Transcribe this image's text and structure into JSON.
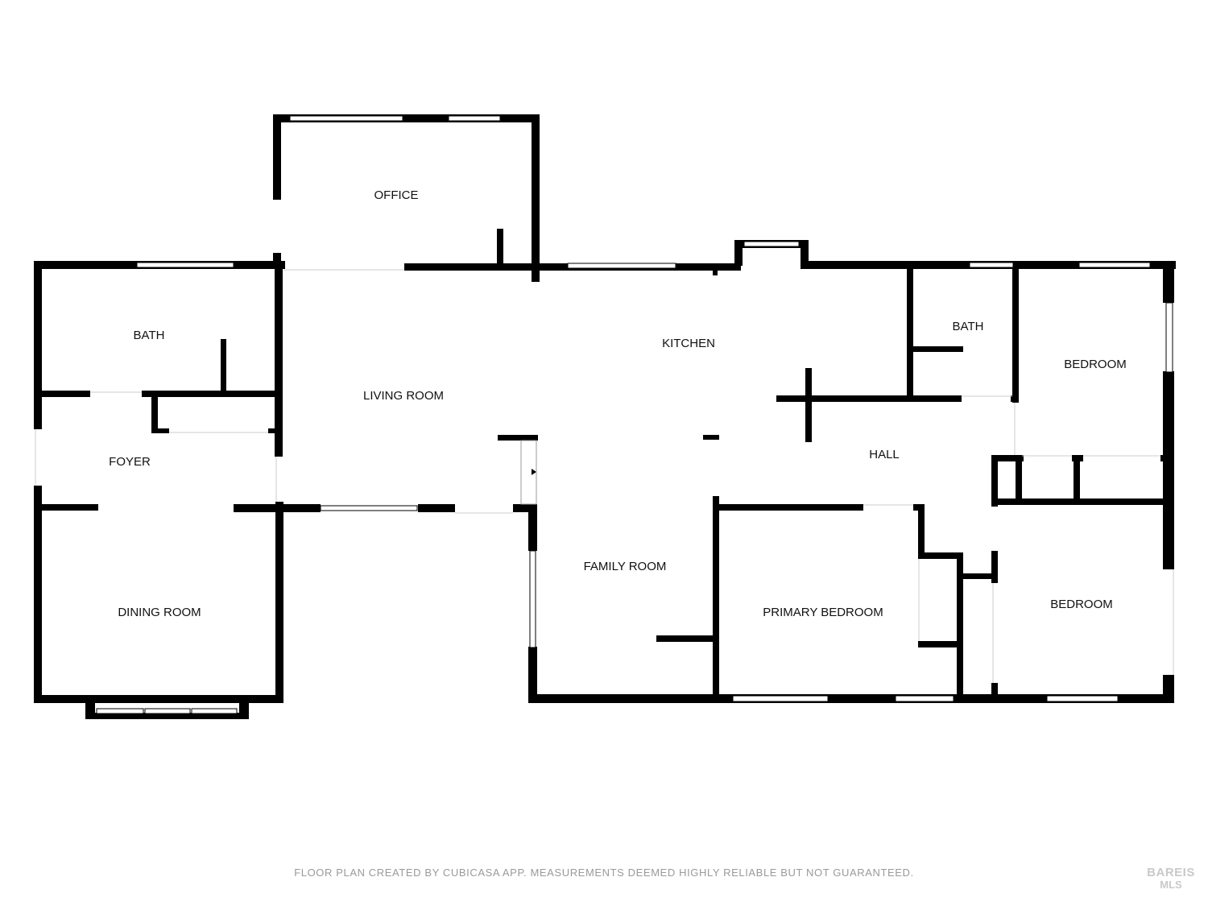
{
  "rooms": {
    "office": "OFFICE",
    "bath_left": "BATH",
    "living_room": "LIVING ROOM",
    "kitchen": "KITCHEN",
    "bath_right": "BATH",
    "bedroom_top": "BEDROOM",
    "foyer": "FOYER",
    "hall": "HALL",
    "family_room": "FAMILY ROOM",
    "primary_bedroom": "PRIMARY BEDROOM",
    "bedroom_bottom": "BEDROOM",
    "dining_room": "DINING ROOM"
  },
  "footer_note": "FLOOR PLAN CREATED BY CUBICASA APP. MEASUREMENTS DEEMED HIGHLY RELIABLE BUT NOT GUARANTEED.",
  "logo": {
    "line1": "BAREIS",
    "line2": "MLS"
  },
  "colors": {
    "wall": "#000000",
    "window": "#ffffff",
    "text": "#111111",
    "footer": "#9a9a9a"
  }
}
